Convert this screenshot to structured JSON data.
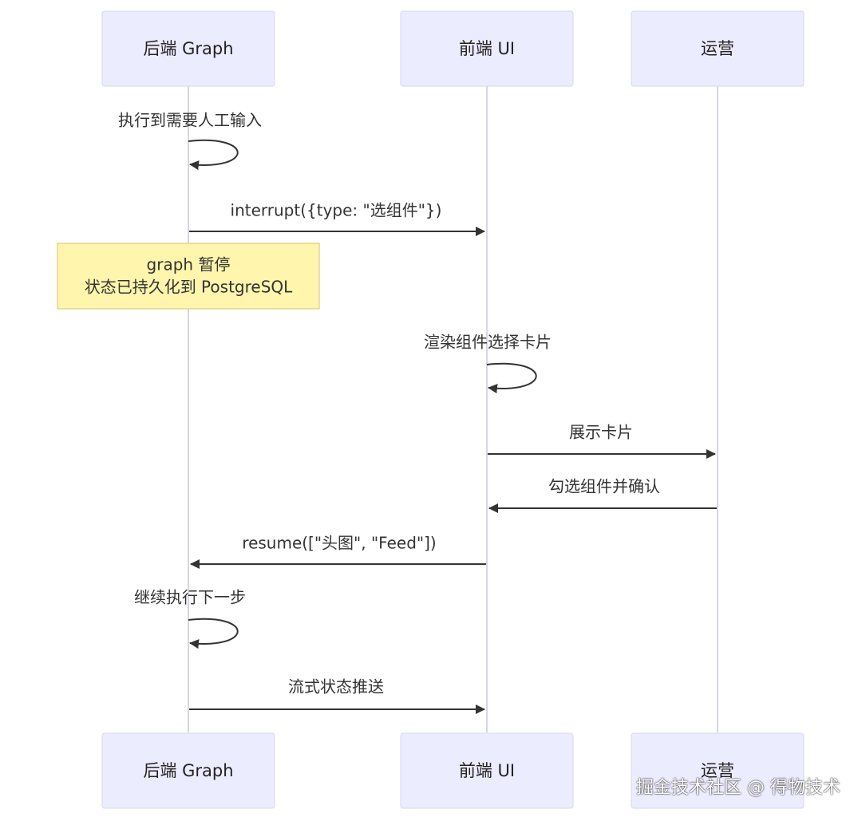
{
  "participants": [
    {
      "id": "backend",
      "label": "后端 Graph"
    },
    {
      "id": "frontend",
      "label": "前端 UI"
    },
    {
      "id": "ops",
      "label": "运营"
    }
  ],
  "messages": [
    {
      "from": "backend",
      "to": "backend",
      "text": "执行到需要人工输入"
    },
    {
      "from": "backend",
      "to": "frontend",
      "text": "interrupt({type: \"选组件\"})"
    },
    {
      "from": "frontend",
      "to": "frontend",
      "text": "渲染组件选择卡片"
    },
    {
      "from": "frontend",
      "to": "ops",
      "text": "展示卡片"
    },
    {
      "from": "ops",
      "to": "frontend",
      "text": "勾选组件并确认"
    },
    {
      "from": "frontend",
      "to": "backend",
      "text": "resume([\"头图\", \"Feed\"])"
    },
    {
      "from": "backend",
      "to": "backend",
      "text": "继续执行下一步"
    },
    {
      "from": "backend",
      "to": "frontend",
      "text": "流式状态推送"
    }
  ],
  "note": {
    "over": "backend",
    "lines": [
      "graph 暂停",
      "状态已持久化到 PostgreSQL"
    ]
  },
  "watermark": "掘金技术社区 @ 得物技术",
  "colors": {
    "actor_fill": "#ececff",
    "actor_border": "#d7d7ef",
    "lifeline": "#d6d6e6",
    "arrow": "#333333",
    "note_fill": "#fff5ad",
    "note_border": "#d3c66a"
  }
}
